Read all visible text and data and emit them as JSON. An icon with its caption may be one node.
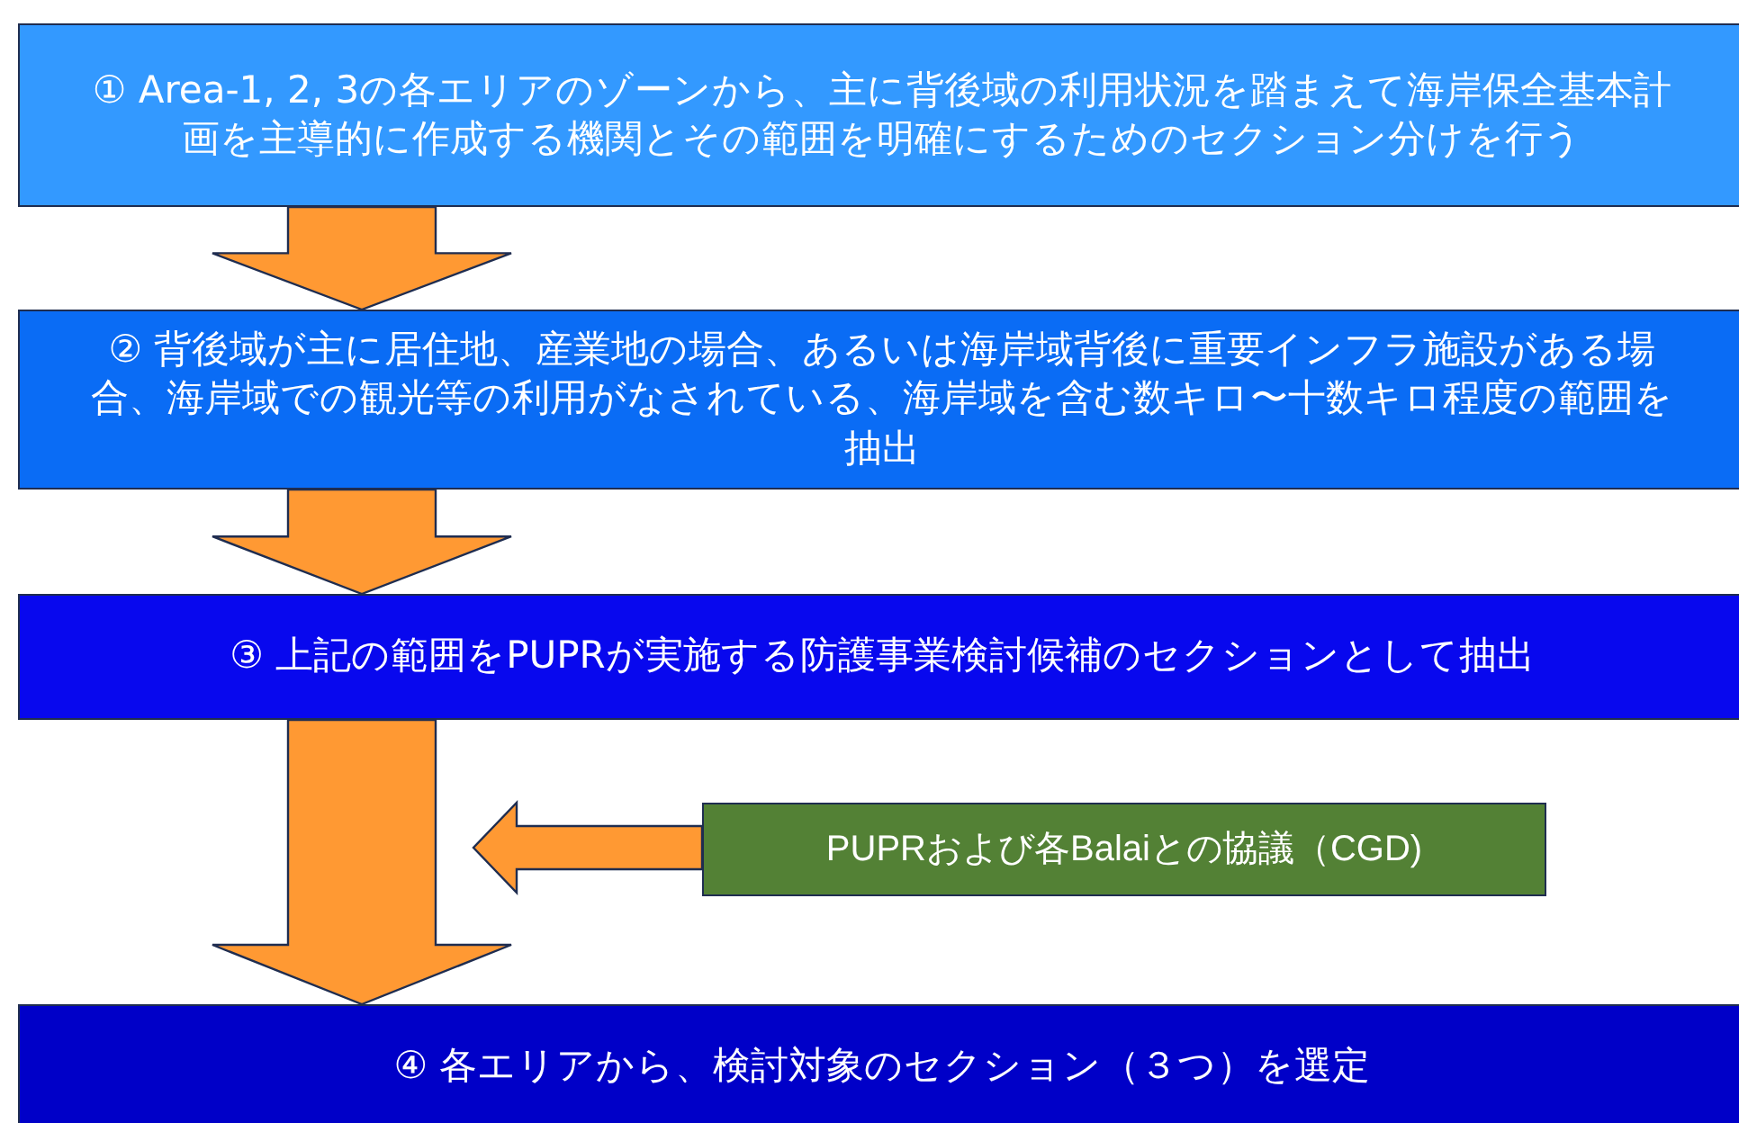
{
  "diagram": {
    "nodes": [
      {
        "text": [
          "① Area-1, 2, 3の各エリアのゾーンから、主に背後域の利用状況を踏まえて海岸保全基本計画を主導的に作成する機関とその範囲を明確にするためのセクション分けを行う"
        ]
      },
      {
        "text": [
          "② 背後域が主に居住地、産業地の場合、あるいは海岸域背後に重要インフラ施設がある場合、海岸域での観光等の利用がなされている、海岸域を含む数キロ〜十数キロ程度の範囲を抽出"
        ]
      },
      {
        "text": [
          "③ 上記の範囲をPUPRが実施する防護事業検討候補のセクションとして抽出"
        ]
      },
      {
        "text": [
          "PUPRおよび各Balaiとの協議（CGD)"
        ]
      },
      {
        "text": [
          "④ 各エリアから、検討対象のセクション（３つ）を選定"
        ]
      }
    ],
    "edges": [
      {
        "from": 0,
        "to": 1,
        "arrow": "to"
      },
      {
        "from": 1,
        "to": 2,
        "arrow": "to"
      },
      {
        "from": 2,
        "to": 4,
        "arrow": "to"
      },
      {
        "from": 3,
        "to": null,
        "arrow": "to"
      }
    ]
  }
}
